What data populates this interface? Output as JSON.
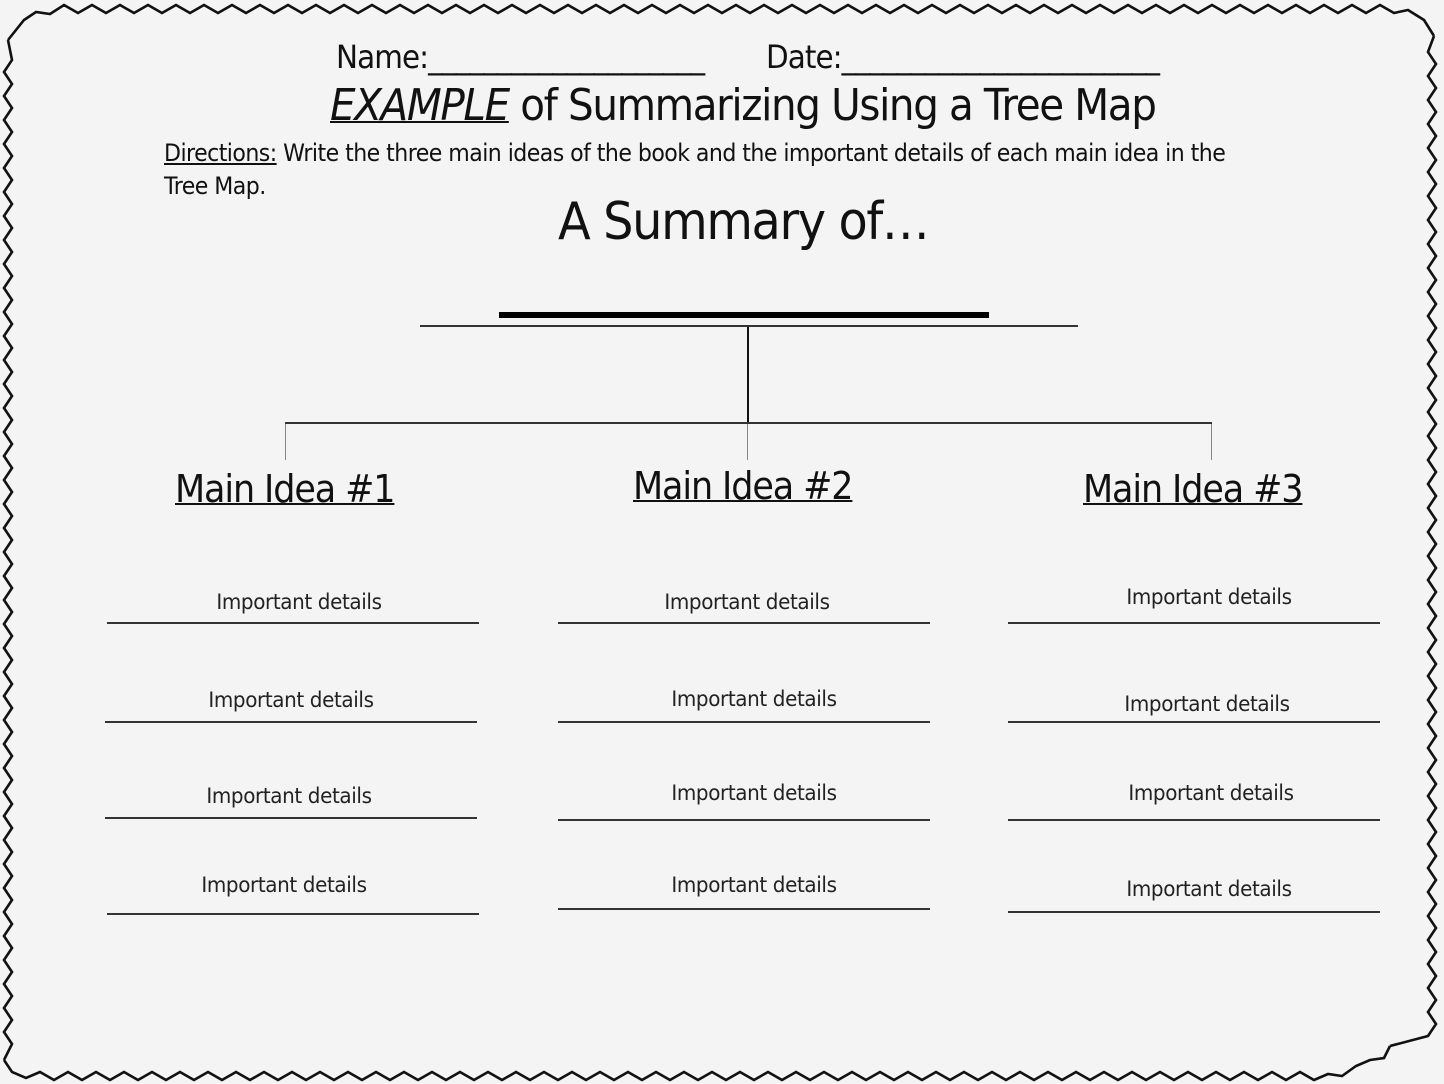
{
  "header": {
    "name_label": "Name:____________________",
    "date_label": "Date:_______________________"
  },
  "title": {
    "emphasis": "EXAMPLE",
    "rest": " of Summarizing Using a Tree Map"
  },
  "directions": {
    "label": "Directions:",
    "text_line1": "  Write the three main ideas of the book and the important details of each main idea in the",
    "text_line2": "Tree Map."
  },
  "tree": {
    "root_label": "A Summary of…",
    "branches": [
      {
        "heading": "Main Idea #1",
        "details": [
          "Important details",
          "Important details",
          "Important details",
          "Important details"
        ]
      },
      {
        "heading": "Main Idea #2",
        "details": [
          "Important details",
          "Important details",
          "Important details",
          "Important details"
        ]
      },
      {
        "heading": "Main Idea #3",
        "details": [
          "Important details",
          "Important details",
          "Important details",
          "Important details"
        ]
      }
    ]
  },
  "colors": {
    "ink": "#111111",
    "connector_blue": "#5b8fc9",
    "border": "#1a1a1a"
  }
}
